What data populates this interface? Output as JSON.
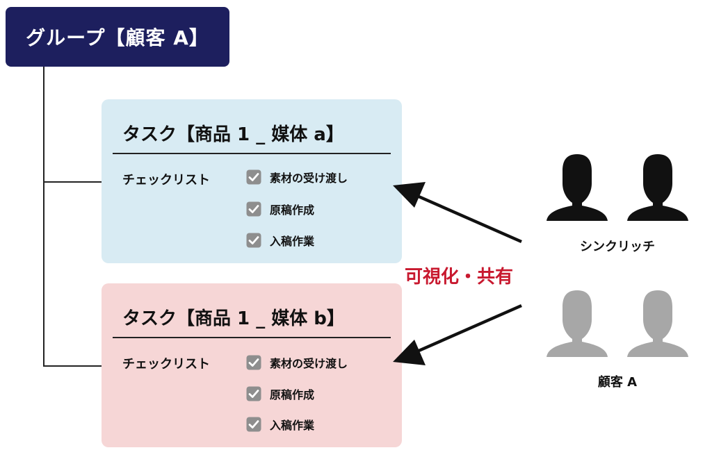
{
  "group": {
    "title": "グループ【顧客 A】"
  },
  "tasks": [
    {
      "title": "タスク【商品 1 _ 媒体 a】",
      "checklist_label": "チェックリスト",
      "items": [
        "素材の受け渡し",
        "原稿作成",
        "入稿作業"
      ]
    },
    {
      "title": "タスク【商品 1 _ 媒体 b】",
      "checklist_label": "チェックリスト",
      "items": [
        "素材の受け渡し",
        "原稿作成",
        "入稿作業"
      ]
    }
  ],
  "center_label": "可視化・共有",
  "people": [
    {
      "label": "シンクリッチ"
    },
    {
      "label": "顧客 A"
    }
  ],
  "colors": {
    "group_bg": "#1d1f5e",
    "task_a_bg": "#d8ebf3",
    "task_b_bg": "#f6d6d6",
    "accent_red": "#c8192f",
    "person_dark": "#111111",
    "person_light": "#a7a7a7",
    "checkbox": "#8e8e8e"
  },
  "icons": {
    "checkbox": "checkbox-checked-icon",
    "person": "person-silhouette-icon",
    "arrow": "arrow-icon"
  }
}
